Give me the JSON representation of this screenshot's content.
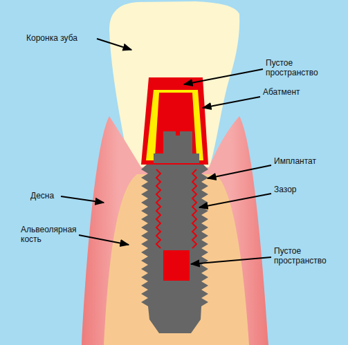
{
  "diagram": {
    "labels": [
      "Коронка зуба",
      "Пустое пространство",
      "Абатмент",
      "Имплантат",
      "Зазор",
      "Десна",
      "Альвеолярная кость",
      "Пустое пространство"
    ]
  }
}
